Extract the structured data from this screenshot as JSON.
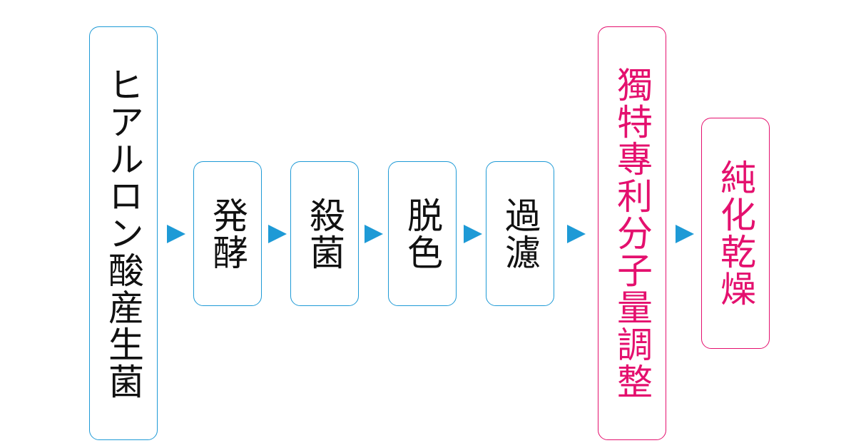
{
  "colors": {
    "standard_border": "#1e9ad6",
    "accent": "#e4106e",
    "arrow": "#1e9ad6",
    "text": "#111111"
  },
  "steps": [
    {
      "label": "ヒアルロン酸産生菌",
      "highlight": false
    },
    {
      "label": "発酵",
      "highlight": false
    },
    {
      "label": "殺菌",
      "highlight": false
    },
    {
      "label": "脱色",
      "highlight": false
    },
    {
      "label": "過濾",
      "highlight": false
    },
    {
      "label": "獨特專利分子量調整",
      "highlight": true
    },
    {
      "label": "純化乾燥",
      "highlight": true
    }
  ]
}
